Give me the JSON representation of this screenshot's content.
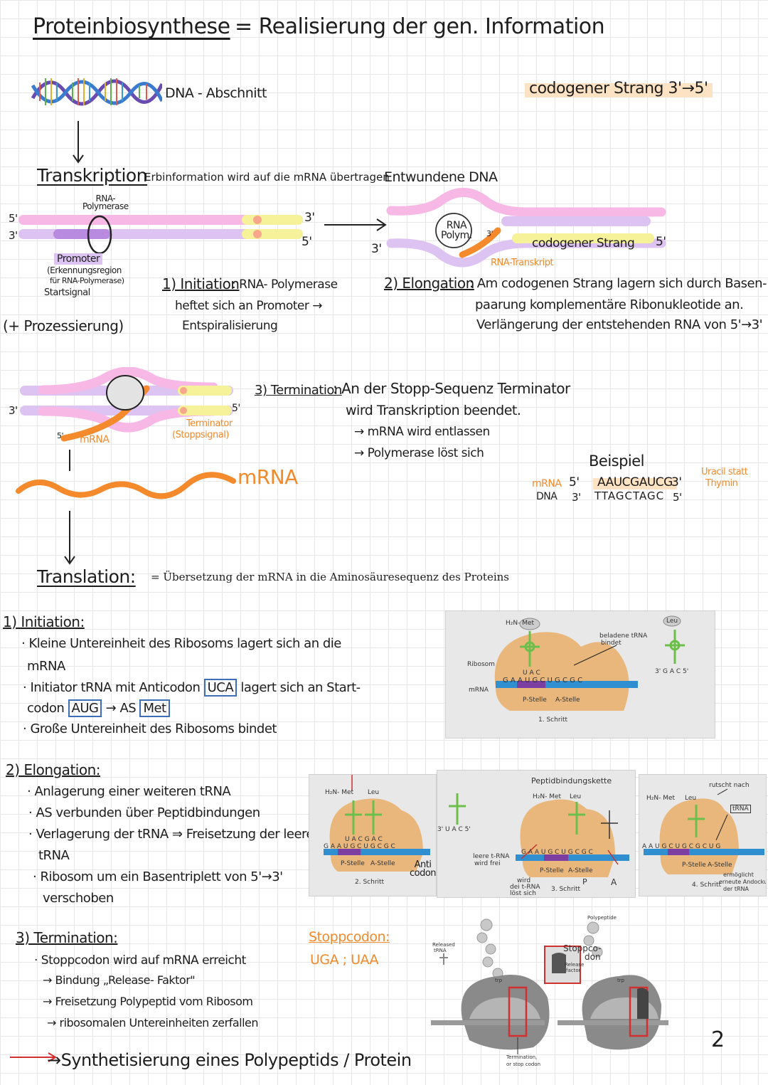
{
  "header": {
    "title": "Proteinbiosynthese",
    "subtitle": "= Realisierung der gen. Information"
  },
  "dna_section": {
    "label": "DNA - Abschnitt",
    "codogen_label": "codogener Strang 3'→5'"
  },
  "transcription": {
    "heading": "Transkription",
    "description": "Erbinformation wird auf die mRNA übertragen",
    "unwound_label": "Entwundene DNA",
    "polymerase_label": "RNA-\nPolymerase",
    "end_5": "5'",
    "end_3": "3'",
    "promoter_label": "Promoter",
    "promoter_note1": "(Erkennungsregion",
    "promoter_note2": "für RNA-Polymerase)",
    "startsignal": "Startsignal",
    "prozessierung": "(+ Prozessierung)",
    "initiation_title": "1) Initiation",
    "initiation_line1": ": RNA- Polymerase",
    "initiation_line2": "heftet sich an Promoter →",
    "initiation_line3": "Entspiralisierung",
    "rna_polym": "RNA\nPolym.",
    "codogen_strang": "codogener Strang",
    "rna_transkript": "RNA-Transkript",
    "elongation_title": "2) Elongation",
    "elongation_line1": ": Am codogenen Strang lagern sich durch Basen-",
    "elongation_line2": "paarung komplementäre Ribonukleotide an.",
    "elongation_line3": "Verlängerung der entstehenden RNA von 5'→3'",
    "termination_title": "3) Termination",
    "termination_line1": ": An der Stopp-Sequenz Terminator",
    "termination_line2": "wird Transkription beendet.",
    "termination_line3": "→ mRNA wird entlassen",
    "termination_line4": "→ Polymerase löst sich",
    "terminator_label": "Terminator",
    "stoppsignal": "(Stoppsignal)",
    "mrna_label": "mRNA",
    "mrna_big": "mRNA"
  },
  "example": {
    "heading": "Beispiel",
    "mrna_label": "mRNA",
    "mrna_5": "5'",
    "mrna_seq": "AAUCGAUCG",
    "mrna_3": "3'",
    "dna_label": "DNA",
    "dna_3": "3'",
    "dna_seq": "TTAGCTAGC",
    "dna_5": "5'",
    "note1": "Uracil statt",
    "note2": "Thymin"
  },
  "translation": {
    "heading": "Translation:",
    "description": "= Übersetzung der mRNA in die Aminosäuresequenz des Proteins",
    "initiation_title": "1) Initiation:",
    "init_l1": "· Kleine Untereinheit des Ribosoms lagert sich an die",
    "init_l2": "mRNA",
    "init_l3a": "· Initiator tRNA mit Anticodon",
    "init_anticodon": "UCA",
    "init_l3b": "lagert sich an Start-",
    "init_l4a": "codon",
    "init_codon": "AUG",
    "init_arrow": "→ AS",
    "init_met": "Met",
    "init_l5": "· Große Untereinheit des Ribosoms bindet",
    "elongation_title": "2) Elongation:",
    "elong_l1": "· Anlagerung einer weiteren tRNA",
    "elong_l2": "· AS verbunden über Peptidbindungen",
    "elong_l3": "· Verlagerung der tRNA ⇒ Freisetzung der leeren",
    "elong_l4": "tRNA",
    "elong_l5": "· Ribosom um ein Basentriplett von 5'→3'",
    "elong_l6": "verschoben",
    "termination_title": "3) Termination:",
    "term_l1": "· Stoppcodon wird auf mRNA erreicht",
    "term_l2": "→ Bindung „Release- Faktor\"",
    "term_l3": "→ Freisetzung Polypeptid vom Ribosom",
    "term_l4": "→ ribosomalen Untereinheiten zerfallen",
    "stoppcodon_title": "Stoppcodon:",
    "stoppcodon_values": "UGA ; UAA",
    "final": "→Synthetisierung eines Polypeptids / Protein"
  },
  "figures": {
    "fig1": {
      "met": "H₂N- Met",
      "leu": "Leu",
      "beladene": "beladene tRNA",
      "bindet": "bindet",
      "ribosom": "Ribosom",
      "mrna": "mRNA",
      "codons_top": "U A C",
      "codons": "G A A U G C U G C G C",
      "gacs": "3' G A C 5'",
      "p_stelle": "P-Stelle",
      "a_stelle": "A-Stelle",
      "step": "1. Schritt"
    },
    "fig2": {
      "met": "H₂N- Met",
      "leu": "Leu",
      "codons_top": "U A C G A C",
      "codons": "G A A U G C U G C G C",
      "p_stelle": "P-Stelle",
      "a_stelle": "A-Stelle",
      "step": "2. Schritt",
      "anticodon_label": "Anti\ncodon"
    },
    "fig3": {
      "peptide": "Peptidbindungskette",
      "met": "H₂N- Met",
      "leu": "Leu",
      "free_trna": "3' U A C 5'",
      "leere": "leere t-RNA",
      "wird_frei": "wird frei",
      "codons": "G A A U G C U G C G C",
      "p_stelle": "P-Stelle",
      "a_stelle": "A-Stelle",
      "wird": "wird",
      "dei": "dei t-RNA",
      "lost": "löst sich",
      "step": "3. Schritt",
      "p": "P",
      "a": "A"
    },
    "fig4": {
      "nach": "rutscht nach",
      "trna": "tRNA",
      "met": "H₂N- Met",
      "leu": "Leu",
      "codons": "A A U G C U G C G C U G",
      "p_stelle": "P-Stelle",
      "a_stelle": "A-Stelle",
      "step": "4. Schritt",
      "note1": "ermöglicht",
      "note2": "erneute Andockung",
      "note3": "der tRNA"
    },
    "fig5": {
      "released": "Released",
      "trna": "tRNA",
      "polypeptide": "Polypeptide",
      "stoppcodon": "Stoppco-",
      "don": "don",
      "release": "Release",
      "factor": "factor",
      "trp": "trp",
      "termination": "Termination,",
      "or_stop": "or stop codon"
    }
  },
  "page_number": "2",
  "colors": {
    "pink": "#f7b8e6",
    "lilac": "#dcc3f2",
    "yellow": "#f5f29a",
    "orange": "#f58a2c",
    "ribosome": "#e9b77c",
    "highlight": "#fde2c3",
    "box_blue": "#3d6fb6"
  }
}
